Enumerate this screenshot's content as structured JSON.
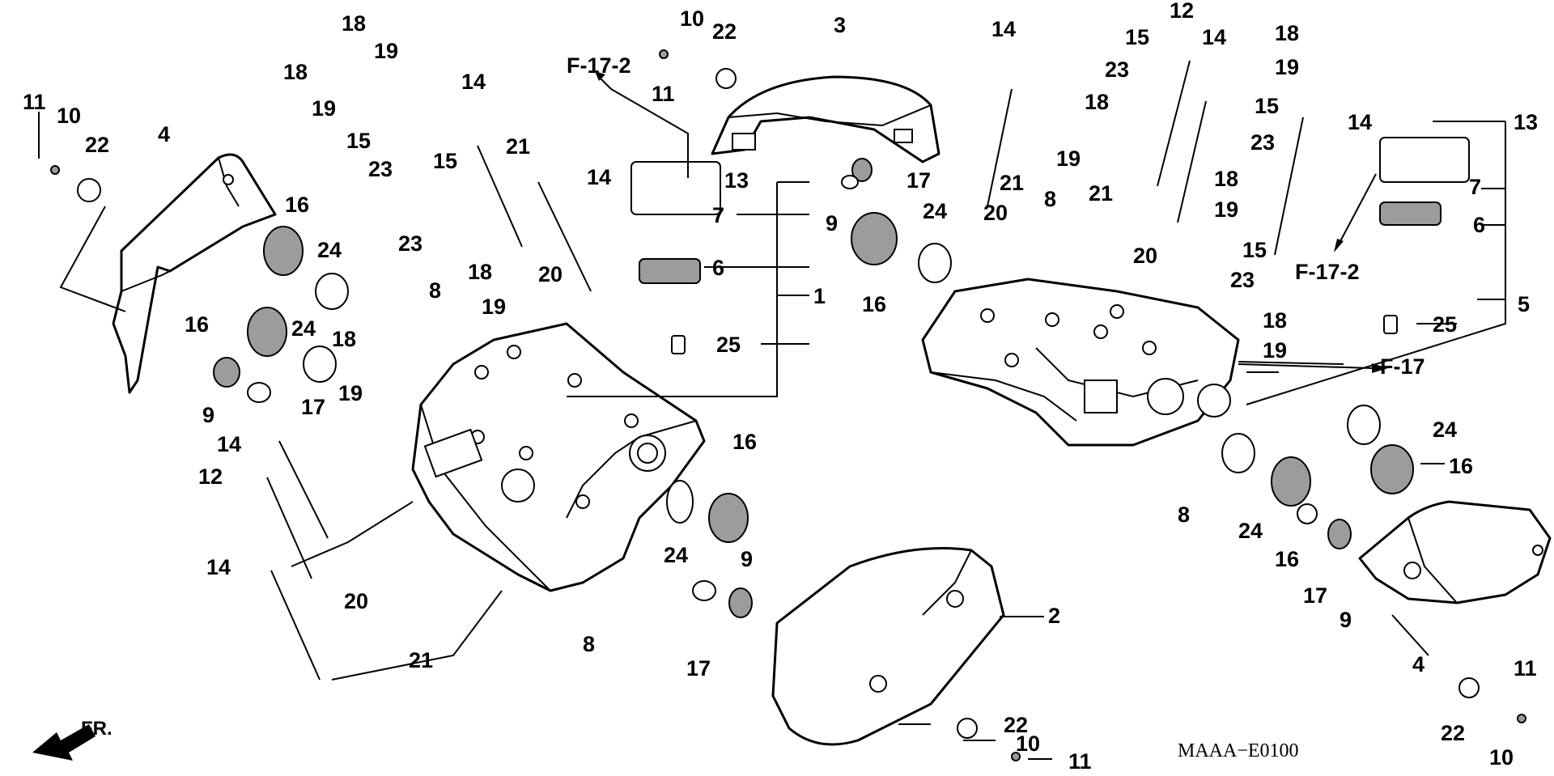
{
  "diagram": {
    "refs": {
      "f17_2_left": "F-17-2",
      "f17_2_right": "F-17-2",
      "f17": "F-17"
    },
    "direction": "FR.",
    "code": "MAAA−E0100",
    "labels": {
      "n11a": "11",
      "n10a": "10",
      "n22a": "22",
      "n4a": "4",
      "n18a": "18",
      "n19a": "19",
      "n18b": "18",
      "n19b": "19",
      "n15a": "15",
      "n23a": "23",
      "n16a": "16",
      "n24a": "24",
      "n16b": "16",
      "n24b": "24",
      "n18c": "18",
      "n9a": "9",
      "n17a": "17",
      "n19c": "19",
      "n14a": "14",
      "n12a": "12",
      "n14b": "14",
      "n20a": "20",
      "n21a": "21",
      "n8a": "8",
      "n15b": "15",
      "n23b": "23",
      "n14c": "14",
      "n21b": "21",
      "n14d": "14",
      "n20b": "20",
      "n18d": "18",
      "n19d": "19",
      "n10b": "10",
      "n22b": "22",
      "n11b": "11",
      "n13a": "13",
      "n7a": "7",
      "n6a": "6",
      "n1": "1",
      "n25a": "25",
      "n3": "3",
      "n9b": "9",
      "n17b": "17",
      "n16c": "16",
      "n24c": "24",
      "n16d": "16",
      "n24d": "24",
      "n9c": "9",
      "n8b": "8",
      "n17c": "17",
      "n2": "2",
      "n22c": "22",
      "n10c": "10",
      "n11c": "11",
      "n14e": "14",
      "n12b": "12",
      "n14f": "14",
      "n18e": "18",
      "n19e": "19",
      "n15c": "15",
      "n23c": "23",
      "n18f": "18",
      "n15d": "15",
      "n14g": "14",
      "n23d": "23",
      "n19f": "19",
      "n21c": "21",
      "n21d": "21",
      "n20c": "20",
      "n8c": "8",
      "n20d": "20",
      "n18g": "18",
      "n19g": "19",
      "n15e": "15",
      "n23e": "23",
      "n18h": "18",
      "n19h": "19",
      "n13b": "13",
      "n7b": "7",
      "n6b": "6",
      "n5": "5",
      "n25b": "25",
      "n24e": "24",
      "n16e": "16",
      "n8d": "8",
      "n24f": "24",
      "n16f": "16",
      "n17d": "17",
      "n9d": "9",
      "n4b": "4",
      "n11d": "11",
      "n22d": "22",
      "n10d": "10"
    }
  }
}
